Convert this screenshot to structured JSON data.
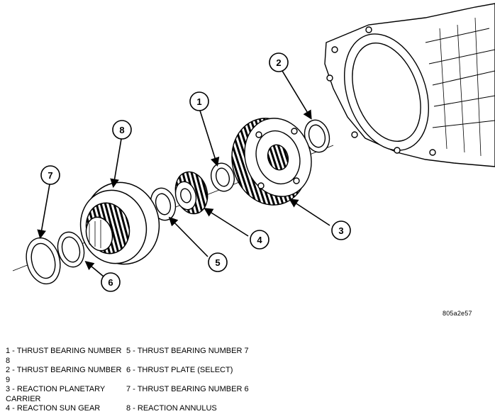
{
  "figure_code": "805a2e57",
  "callouts": {
    "c1": "1",
    "c2": "2",
    "c3": "3",
    "c4": "4",
    "c5": "5",
    "c6": "6",
    "c7": "7",
    "c8": "8"
  },
  "legend": {
    "row1_left": "1 - THRUST BEARING NUMBER 8",
    "row1_right": "5 - THRUST BEARING NUMBER 7",
    "row2_left": "2 - THRUST BEARING NUMBER 9",
    "row2_right": "6 - THRUST PLATE (SELECT)",
    "row3_left": "3 - REACTION PLANETARY",
    "row3_right": "7 - THRUST BEARING NUMBER 6",
    "row4_left": "CARRIER",
    "row4_right": "",
    "row5_left": "4 - REACTION SUN GEAR",
    "row5_right": "8 - REACTION ANNULUS"
  }
}
